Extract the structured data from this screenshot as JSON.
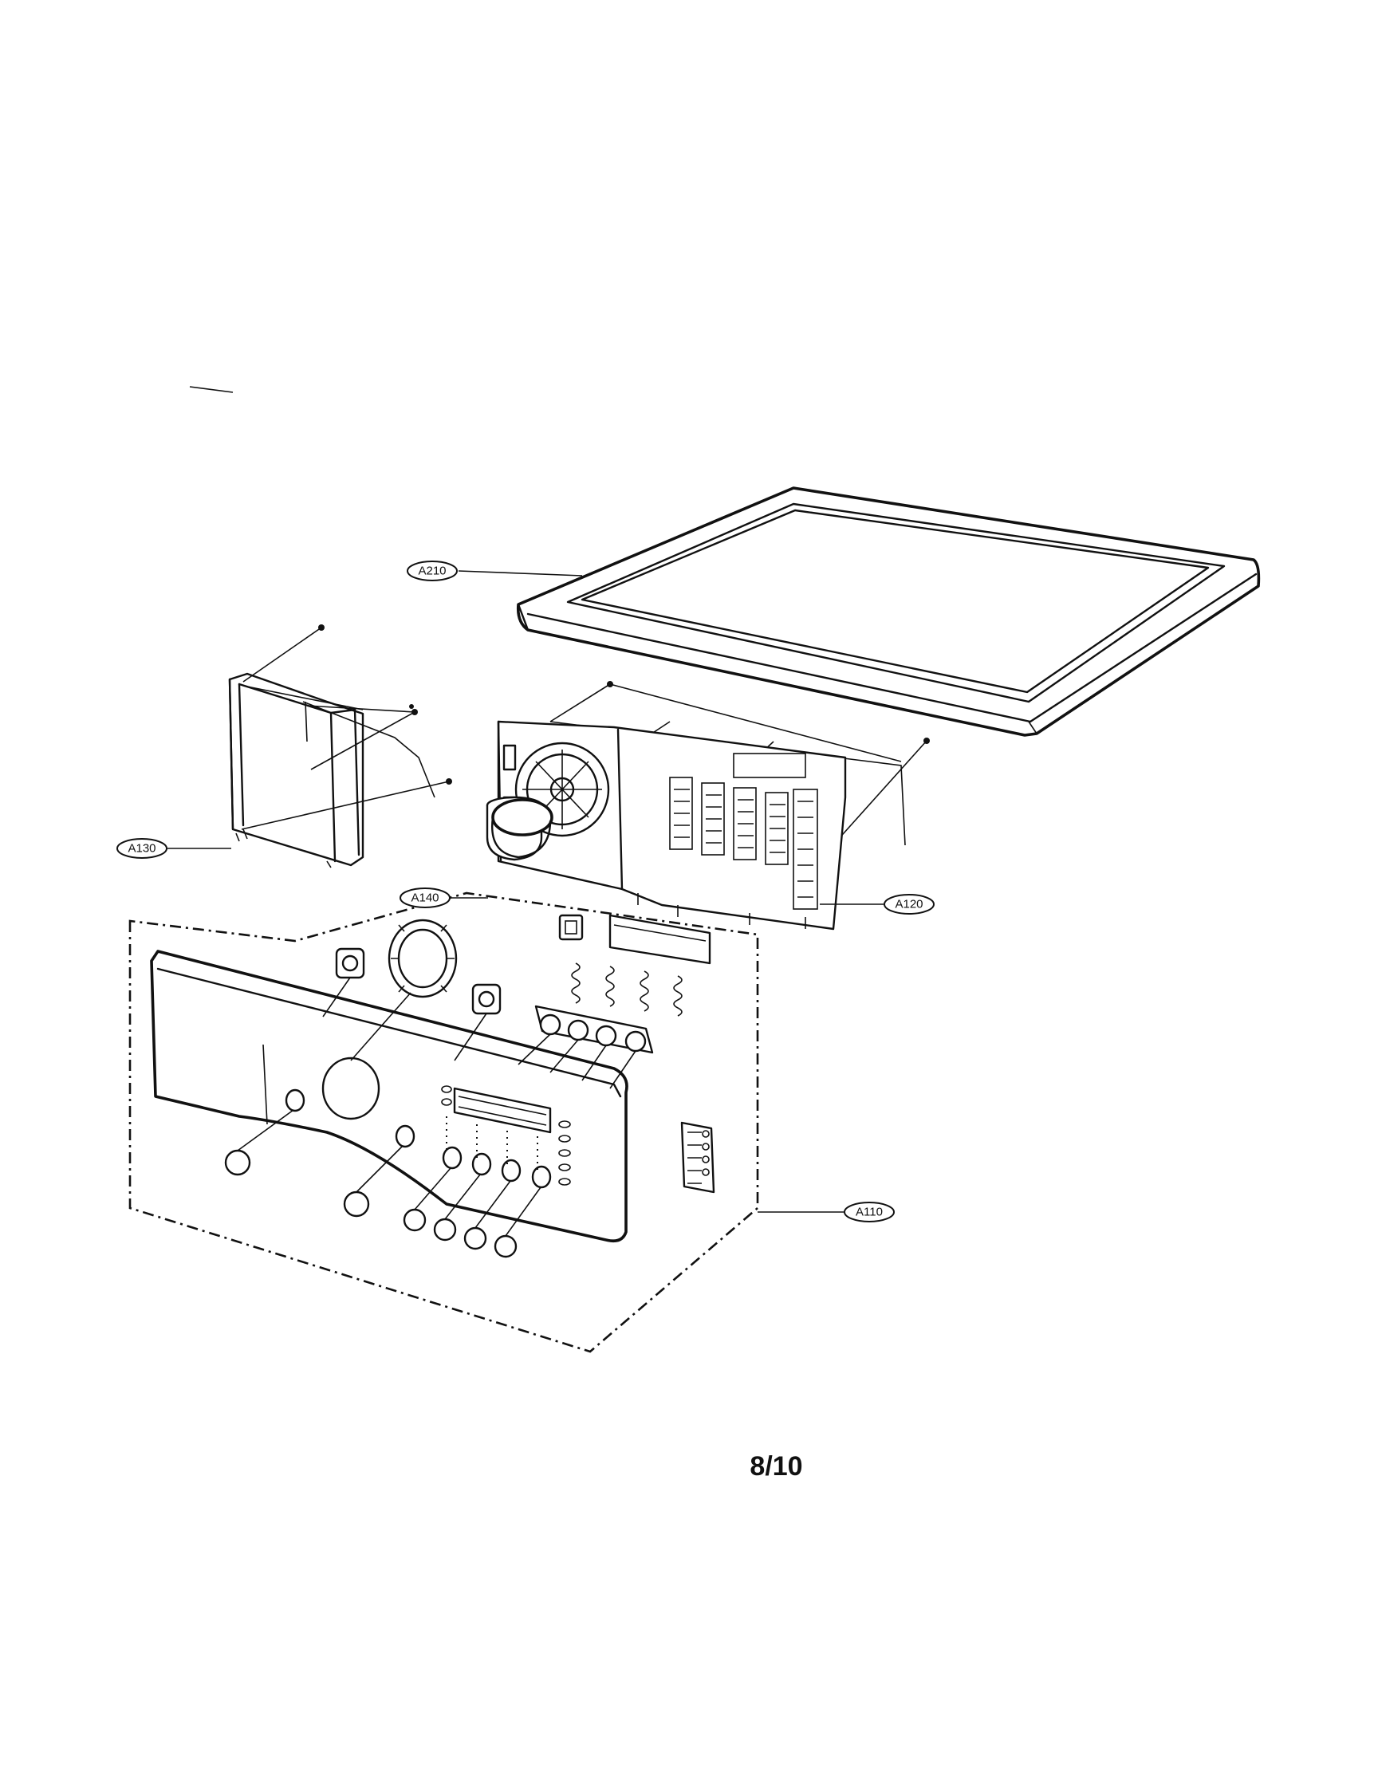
{
  "callouts": {
    "a210": "A210",
    "a130": "A130",
    "a140": "A140",
    "a120": "A120",
    "a110": "A110"
  },
  "page_number": "8/10"
}
